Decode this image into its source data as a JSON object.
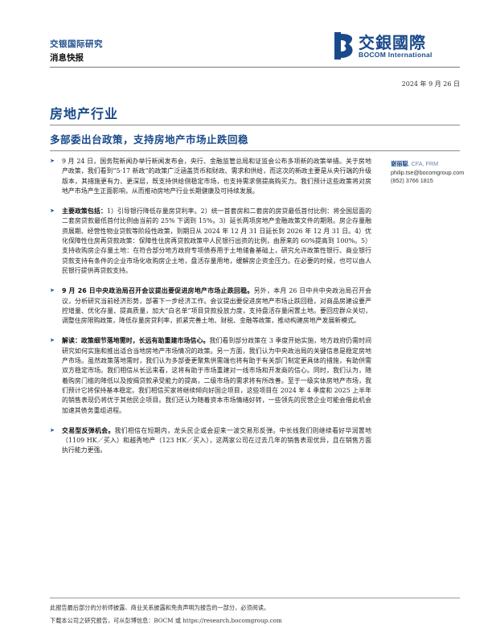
{
  "header": {
    "brand": "交银国际研究",
    "report_kind": "消息快报",
    "logo_cn": "交銀國際",
    "logo_en": "BOCOM International",
    "date": "2024 年 9 月 26 日"
  },
  "sector": "房地产行业",
  "headline": "多部委出台政策，支持房地产市场止跌回稳",
  "analyst": {
    "name": "谢丽聪",
    "credentials": ", CFA, FRM",
    "email": "philip.tse@bocomgroup.com",
    "phone": "(852) 3766 1815"
  },
  "paragraphs": [
    {
      "lead": "",
      "text": "9 月 24 日，国务院新闻办举行新闻发布会，央行、金融监管总局和证监会公布多项新的政策举措。关于房地产政策，我们看到“5·17 新政”的政策广泛涵盖货币和财政、需求和供给，而这次的新政主要是从央行端的升级版本，其措施更有力、更深层，既支持供给侧稳定市场，也支持需求侧提高购买力。我们预计这些政策将对房地产市场产生正面影响，从而推动房地产行业长期健康及可持续发展。"
    },
    {
      "lead": "主要政策包括：",
      "text": "1）引导银行降低存量房贷利率。2）统一首套房和二套房的房贷最低首付比例：将全国层面的二套房贷款最低首付比例由当前的 25% 下调到 15%。3）延长两项房地产金融政策文件的期限。房企存量融资展期、经营性物业贷款等阶段性政策，到期日从 2024 年 12 月 31 日延长到 2026 年 12 月 31 日。4）优化保障性住房再贷款政策：保障性住房再贷款政策中人民银行出资的比例，由原来的 60%提高到 100%。5）支持收购房企存量土地：在符合部分地方政府专项债券用于土地储备基础上，研究允许政策性银行、商业银行贷款支持有条件的企业市场化收购房企土地，盘活存量用地，缓解房企资金压力。在必要的时候，也可以由人民银行提供再贷款支持。"
    },
    {
      "lead": "9 月 26 日中央政治局召开会议提出要促进房地产市场止跌回稳。",
      "text": "另外，本月 26 日中共中央政治局召开会议，分析研究当前经济形势，部署下一步经济工作。会议提出要促进房地产市场止跌回稳，对商品房建设要严控增量、优化存量、提高质量，加大“白名单”项目贷款投放力度，支持盘活存量闲置土地。要回应群众关切，调整住房限购政策，降低存量房贷利率，抓紧完善土地、财税、金融等政策，推动构建房地产发展新模式。"
    },
    {
      "lead": "解读：政策细节落地需时，长远有助重建市场信心。",
      "text": "我们看到部分政策在 3 季度开始实施，地方政府仍需时间研究如何实施和推出适合当地房地产市场情况的政策。另一方面，我们认为中央政治局的关键信息是稳定房地产市场。虽然政策落地需时，我们认为多部委更聚焦供需端也将有助于有关部门制定更具体的措施，有助供需双方稳定市场。我们相信从长远来看，这将有助于市场重建对一线市场和开发商的信心。同时，我们认为，随着购房门槛的降低以及按揭贷款承受能力的提高，二级市场的需求将有所改善。至于一级实体房地产市场，我们预计它将保持基本稳定。我们相信买家将继续倾向好国企项目，这些项目在 2024 年 4 季度和 2025 上半年的销售表现仍将优于其他民企项目。我们还认为随着资本市场情绪好转，一些领先的民营企业可能会借此机会加速其债务重组进程。"
    },
    {
      "lead": "交易型反弹机会。",
      "text": "我们相信在短期内，龙头民企或会迎来一波交易形反弹。中长线我们则继续看好华润置地（1109 HK／买入）和越秀地产（123 HK／买入），这两家公司在过去几年的销售表现优异，且在销售方面执行能力更强。"
    }
  ],
  "footer": {
    "line1": "此报告最后部分的分析师披露、商业关系披露和免责声明为报告的一部分，必须阅读。",
    "line2": "下载本公司之研究报告，可从彭博信息：BOCM 或 https://research.bocomgroup.com"
  }
}
